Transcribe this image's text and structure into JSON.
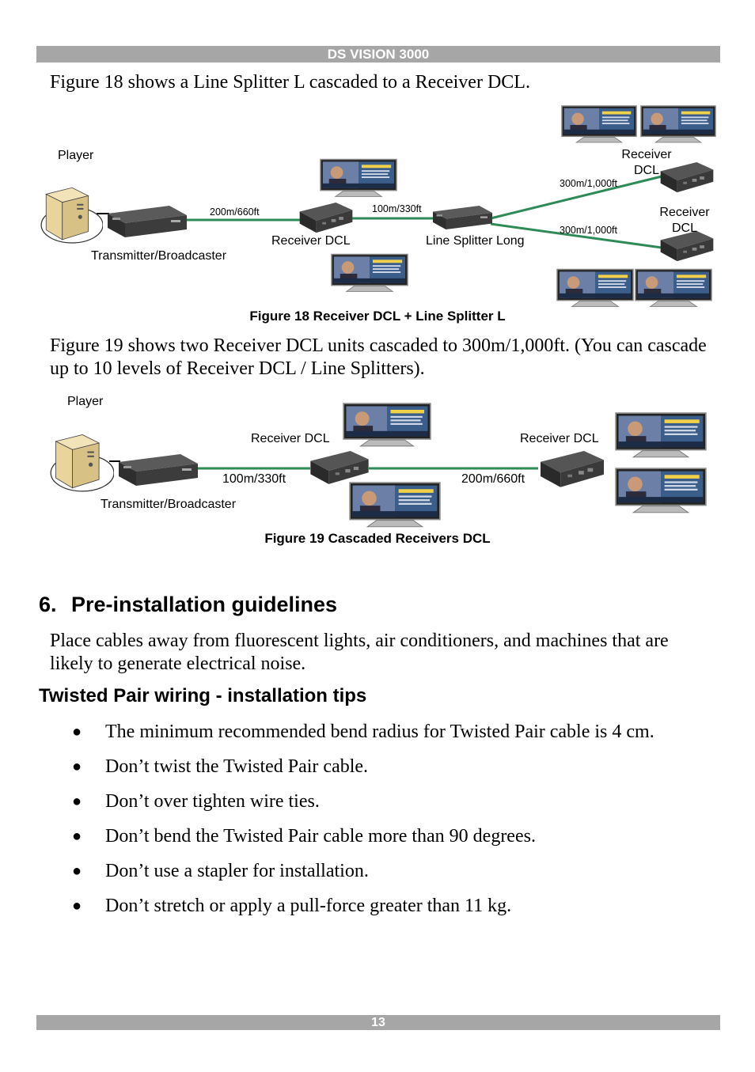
{
  "header": {
    "title": "DS VISION 3000"
  },
  "fig18": {
    "intro": "Figure 18 shows a Line Splitter L cascaded to a Receiver DCL.",
    "labels": {
      "player": "Player",
      "transmitter": "Transmitter/Broadcaster",
      "receiver": "Receiver DCL",
      "splitter": "Line Splitter Long",
      "receiver_top_1": "Receiver",
      "receiver_top_2": "DCL",
      "receiver_bottom_1": "Receiver",
      "receiver_bottom_2": "DCL",
      "cable1": "200m/660ft",
      "cable2": "100m/330ft",
      "cable3": "300m/1,000ft",
      "cable4": "300m/1,000ft"
    },
    "caption": "Figure 18 Receiver DCL + Line Splitter L"
  },
  "fig19": {
    "intro": "Figure 19 shows two Receiver DCL units cascaded to 300m/1,000ft. (You can cascade up to 10 levels of Receiver DCL / Line Splitters).",
    "labels": {
      "player": "Player",
      "transmitter": "Transmitter/Broadcaster",
      "receiver1": "Receiver DCL",
      "receiver2": "Receiver DCL",
      "cable1": "100m/330ft",
      "cable2": "200m/660ft"
    },
    "caption": "Figure 19 Cascaded Receivers DCL"
  },
  "section": {
    "number": "6.",
    "title": "Pre-installation guidelines",
    "paragraph": "Place cables away from fluorescent lights, air conditioners, and machines that are likely to generate electrical noise."
  },
  "subsection": {
    "title": "Twisted Pair wiring - installation tips",
    "tips": [
      "The minimum recommended bend radius for Twisted Pair cable is 4 cm.",
      "Don’t twist the Twisted Pair cable.",
      "Don’t over tighten wire ties.",
      "Don’t bend the Twisted Pair cable more than 90 degrees.",
      "Don’t use a stapler for installation.",
      "Don’t stretch or apply a pull-force greater than 11 kg."
    ]
  },
  "footer": {
    "page_number": "13"
  },
  "colors": {
    "bar": "#a6a6a6",
    "cable": "#2e8b57"
  }
}
